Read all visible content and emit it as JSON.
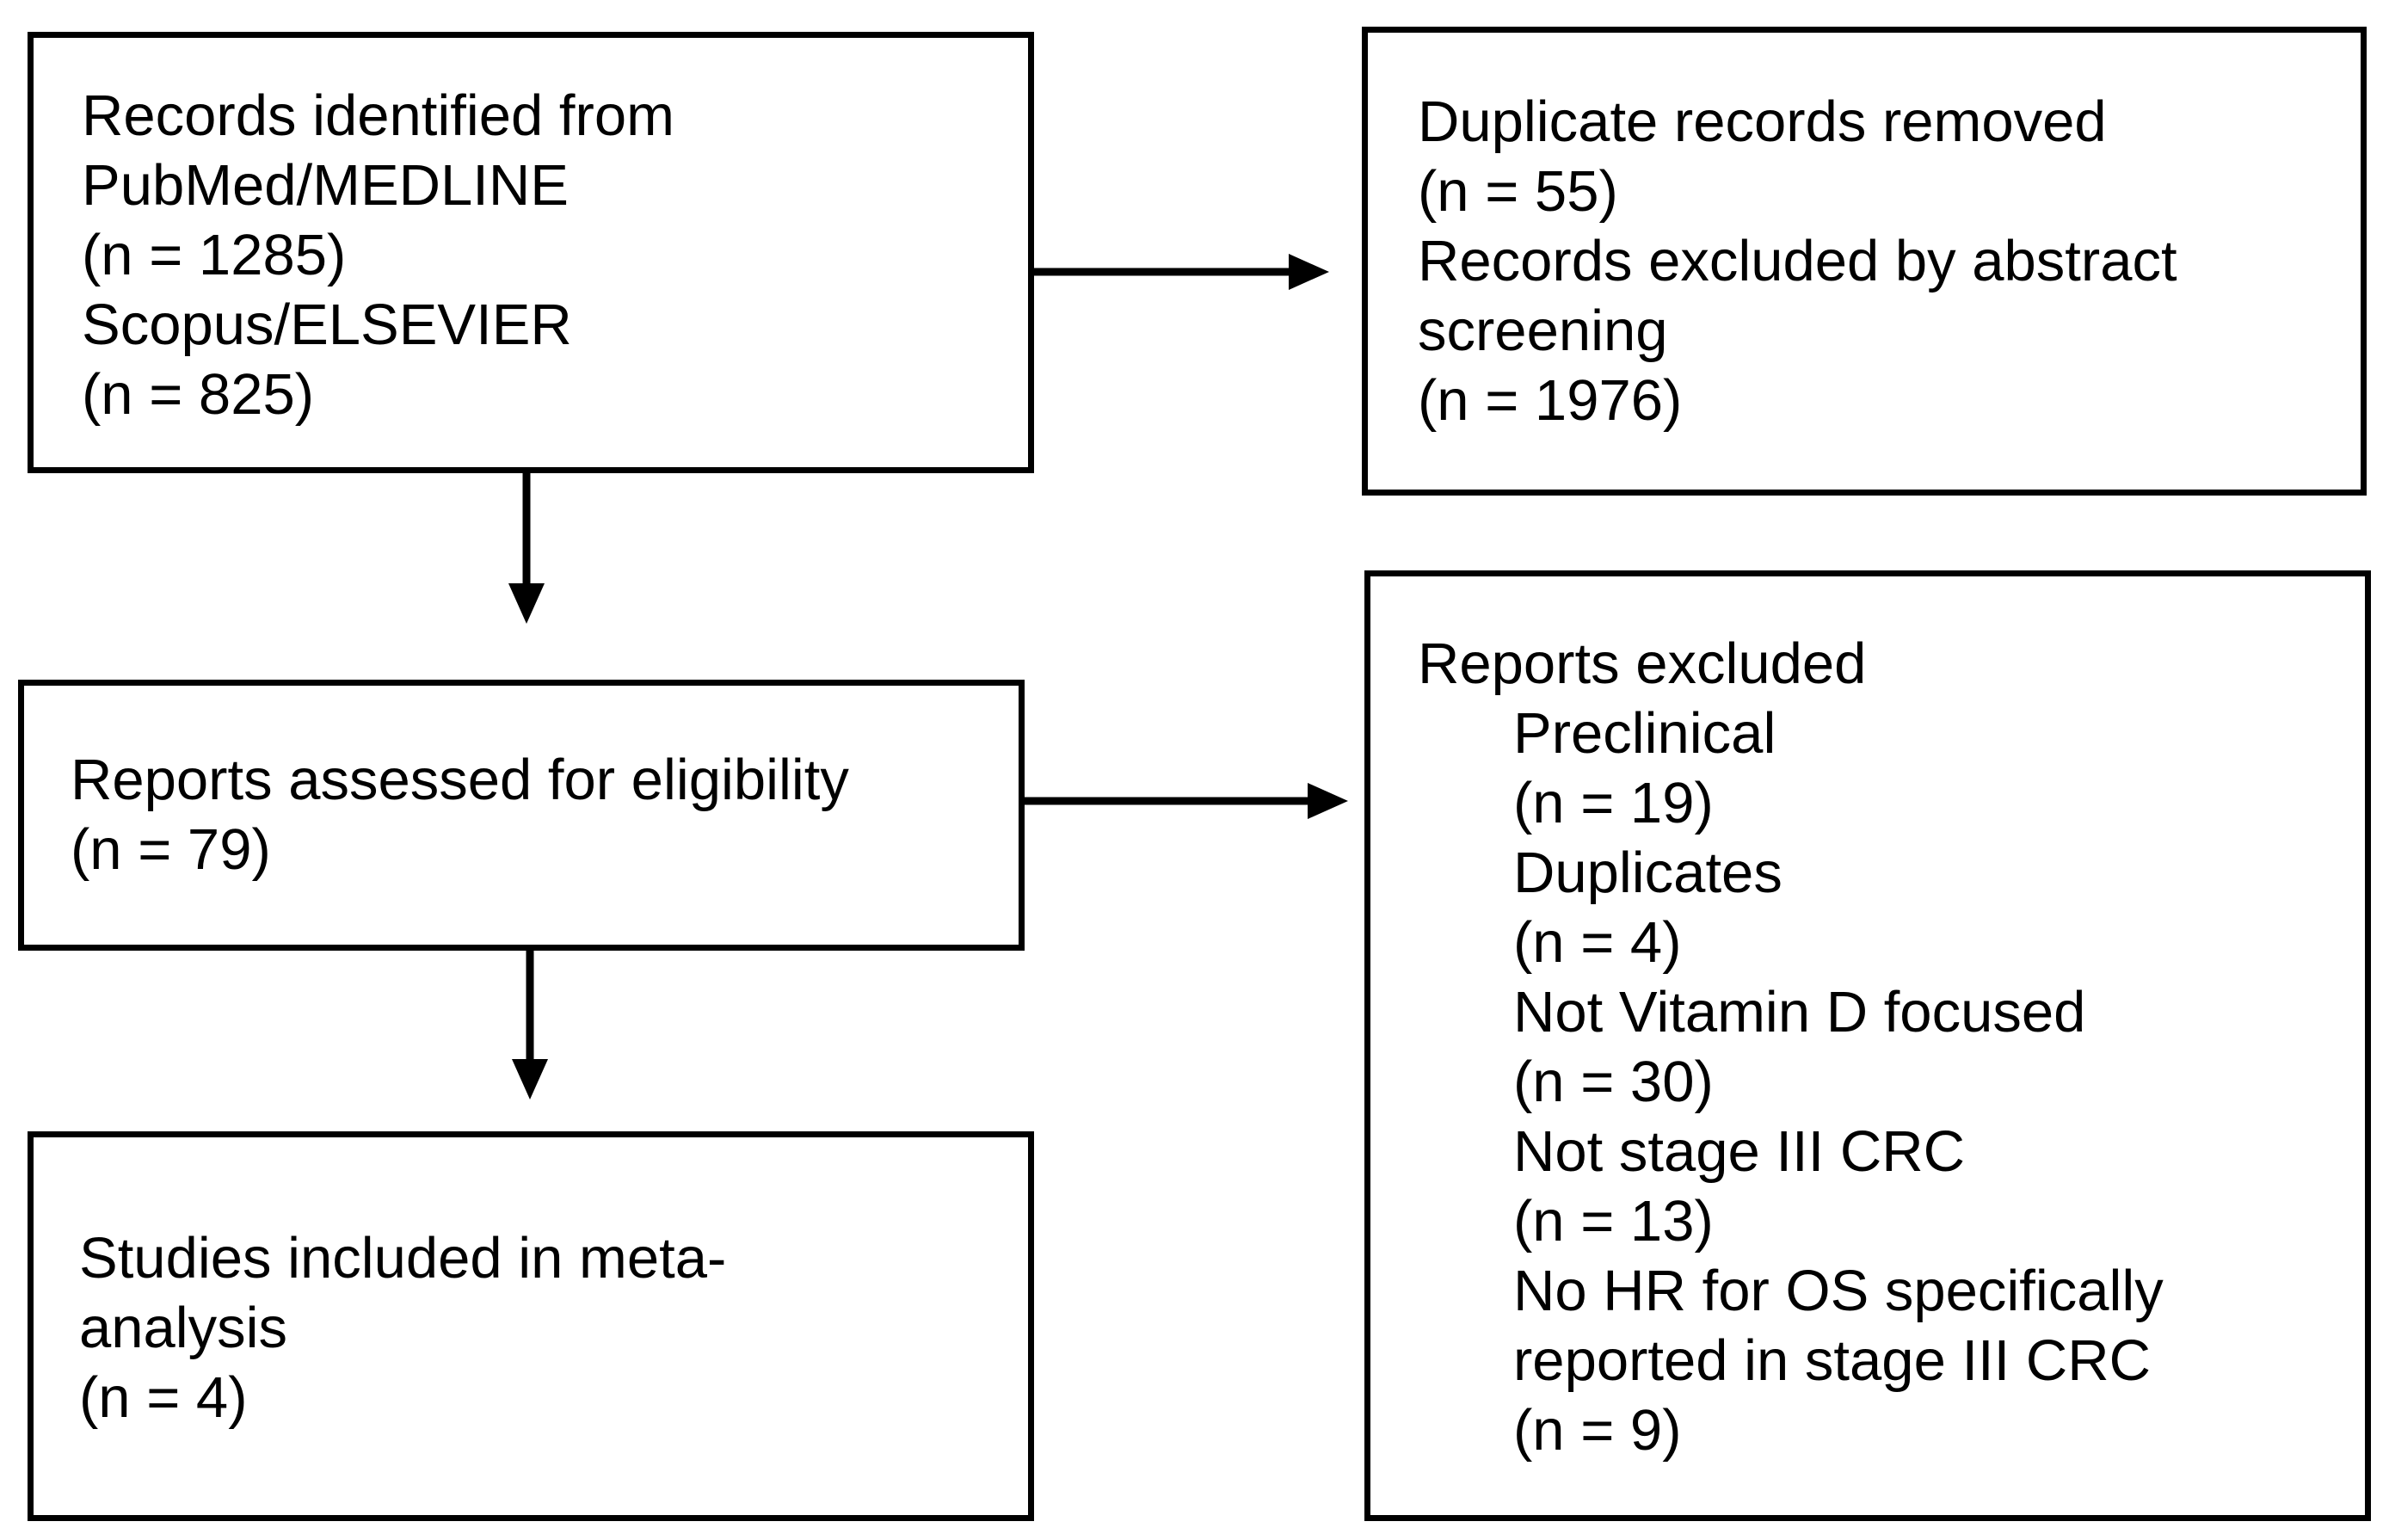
{
  "identification": {
    "lines": [
      "Records identified from",
      "PubMed/MEDLINE",
      "(n = 1285)",
      "Scopus/ELSEVIER",
      "(n = 825)"
    ]
  },
  "removed": {
    "lines": [
      "Duplicate records removed",
      "(n = 55)",
      "Records excluded by abstract",
      "screening",
      "(n = 1976)"
    ]
  },
  "eligibility": {
    "lines": [
      "Reports assessed for eligibility",
      "(n = 79)"
    ]
  },
  "excluded": {
    "heading": "Reports excluded",
    "items": [
      "Preclinical",
      "(n = 19)",
      "Duplicates",
      "(n = 4)",
      "Not Vitamin D focused",
      "(n = 30)",
      "Not stage III CRC",
      "(n = 13)",
      "No HR for OS specifically",
      "reported in stage III CRC",
      "(n = 9)"
    ]
  },
  "included": {
    "lines": [
      "Studies included in meta-",
      "analysis",
      "(n = 4)"
    ]
  }
}
